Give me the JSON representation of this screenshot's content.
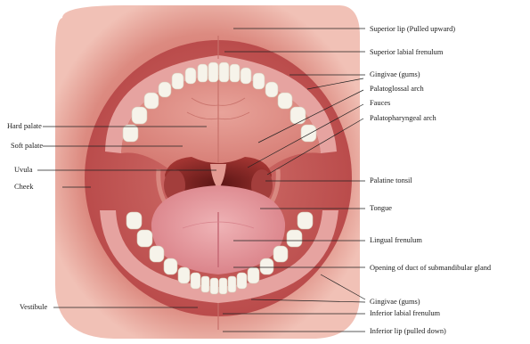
{
  "labels": {
    "superior_lip": "Superior lip (Pulled upward)",
    "superior_labial_frenulum": "Superior labial frenulum",
    "gingivae_upper": "Gingivae (gums)",
    "palatoglossal_arch": "Palatoglossal arch",
    "fauces": "Fauces",
    "palatopharyngeal_arch": "Palatopharyngeal arch",
    "hard_palate": "Hard palate",
    "soft_palate": "Soft palate",
    "uvula": "Uvula",
    "cheek": "Cheek",
    "palatine_tonsil": "Palatine tonsil",
    "tongue": "Tongue",
    "lingual_frenulum": "Lingual frenulum",
    "opening_of_duct": "Opening of duct of submandibular gland",
    "vestibule": "Vestibule",
    "gingivae_lower": "Gingivae (gums)",
    "inferior_labial_frenulum": "Inferior labial frenulum",
    "inferior_lip": "Inferior lip (pulled down)"
  },
  "colors": {
    "lip_outer": "#e79a8c",
    "mouth_inner": "#c95a58",
    "palate": "#dd8b83",
    "throat": "#7c2422",
    "tongue": "#e59a9e",
    "teeth": "#f6f3ea",
    "gums": "#e6a3a0"
  }
}
